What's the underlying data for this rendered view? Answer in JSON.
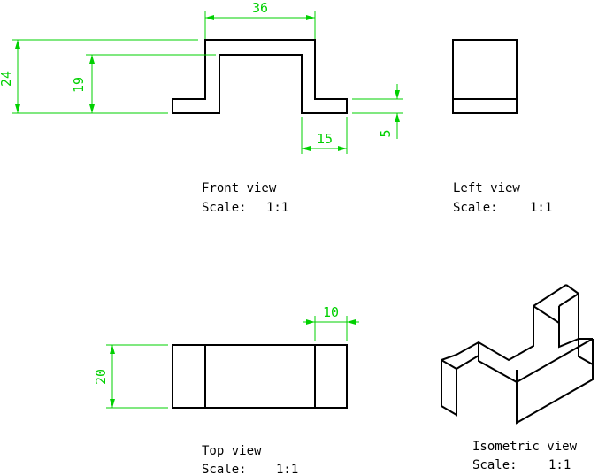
{
  "views": {
    "front": {
      "title": "Front view",
      "scale_label": "Scale:",
      "scale_value": "1:1"
    },
    "left": {
      "title": "Left view",
      "scale_label": "Scale:",
      "scale_value": "1:1"
    },
    "top": {
      "title": "Top view",
      "scale_label": "Scale:",
      "scale_value": "1:1"
    },
    "iso": {
      "title": "Isometric view",
      "scale_label": "Scale:",
      "scale_value": "1:1"
    }
  },
  "dimensions": {
    "front_width": "36",
    "front_total_height": "24",
    "front_inner_height": "19",
    "front_flange_width": "15",
    "front_flange_thickness": "5",
    "top_depth": "20",
    "top_end_width": "10"
  },
  "colors": {
    "object": "#000000",
    "dimension": "#00d000",
    "background": "#ffffff"
  }
}
